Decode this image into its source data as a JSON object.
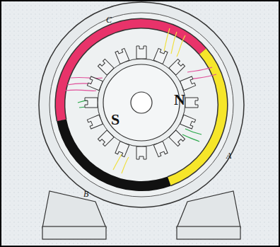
{
  "diagram": {
    "labels": [
      "C",
      "A",
      "B",
      "S",
      "N"
    ]
  }
}
